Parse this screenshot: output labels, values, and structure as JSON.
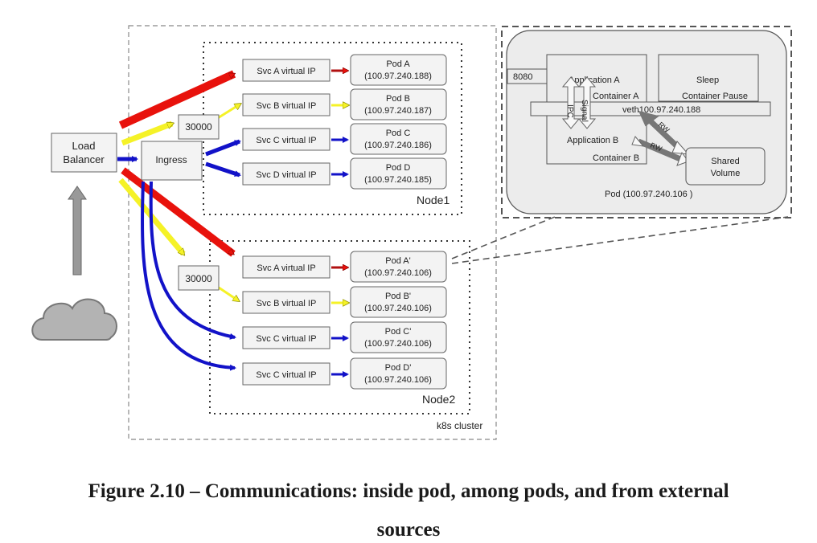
{
  "diagram": {
    "load_balancer": [
      "Load",
      "Balancer"
    ],
    "ingress": "Ingress",
    "nodeport_top": "30000",
    "nodeport_bottom": "30000",
    "cluster_label": "k8s cluster",
    "node1": {
      "label": "Node1",
      "rows": [
        {
          "svc": "Svc A virtual IP",
          "pod": "Pod A",
          "ip": "(100.97.240.188)"
        },
        {
          "svc": "Svc B virtual IP",
          "pod": "Pod B",
          "ip": "(100.97.240.187)"
        },
        {
          "svc": "Svc C virtual IP",
          "pod": "Pod C",
          "ip": "(100.97.240.186)"
        },
        {
          "svc": "Svc D virtual IP",
          "pod": "Pod D",
          "ip": "(100.97.240.185)"
        }
      ]
    },
    "node2": {
      "label": "Node2",
      "rows": [
        {
          "svc": "Svc A virtual IP",
          "pod": "Pod A'",
          "ip": "(100.97.240.106)"
        },
        {
          "svc": "Svc B virtual IP",
          "pod": "Pod B'",
          "ip": "(100.97.240.106)"
        },
        {
          "svc": "Svc C virtual IP",
          "pod": "Pod C'",
          "ip": "(100.97.240.106)"
        },
        {
          "svc": "Svc C virtual IP",
          "pod": "Pod D'",
          "ip": "(100.97.240.106)"
        }
      ]
    },
    "pod_detail": {
      "port": "8080",
      "app_a": "Application A",
      "container_a": "Container A",
      "app_b": "Application B",
      "container_b": "Container B",
      "sleep": "Sleep",
      "container_pause": "Container Pause",
      "veth": "veth100.97.240.188",
      "ipc": "IPC",
      "signal": "Signal",
      "rw": "RW",
      "shared_volume": [
        "Shared",
        "Volume"
      ],
      "pod_label": "Pod (100.97.240.106 )"
    },
    "colors": {
      "red": "#e8120c",
      "yellow": "#f5f227",
      "blue": "#1212c8",
      "gray": "#9a9a9a",
      "pod_bg": "#ececec"
    }
  },
  "caption": {
    "line1": "Figure 2.10 – Communications: inside pod, among pods, and from external",
    "line2": "sources"
  }
}
